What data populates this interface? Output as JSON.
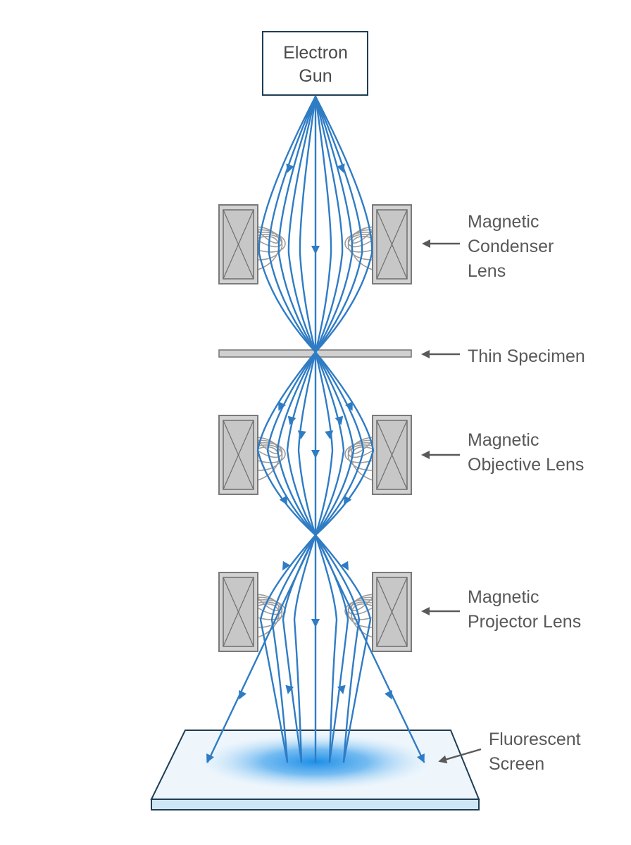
{
  "diagram": {
    "source": {
      "line1": "Electron",
      "line2": "Gun"
    },
    "labels": {
      "condenser": {
        "line1": "Magnetic",
        "line2": "Condenser",
        "line3": "Lens"
      },
      "specimen": "Thin Specimen",
      "objective": {
        "line1": "Magnetic",
        "line2": "Objective Lens"
      },
      "projector": {
        "line1": "Magnetic",
        "line2": "Projector Lens"
      },
      "screen": {
        "line1": "Fluorescent",
        "line2": "Screen"
      }
    },
    "colors": {
      "beam": "#2f7cc4",
      "lens_body": "#d2d2d2",
      "screen_fill": "#eaf4fb",
      "screen_glow": "#1e8fe6",
      "outline": "#1f3d54"
    }
  }
}
